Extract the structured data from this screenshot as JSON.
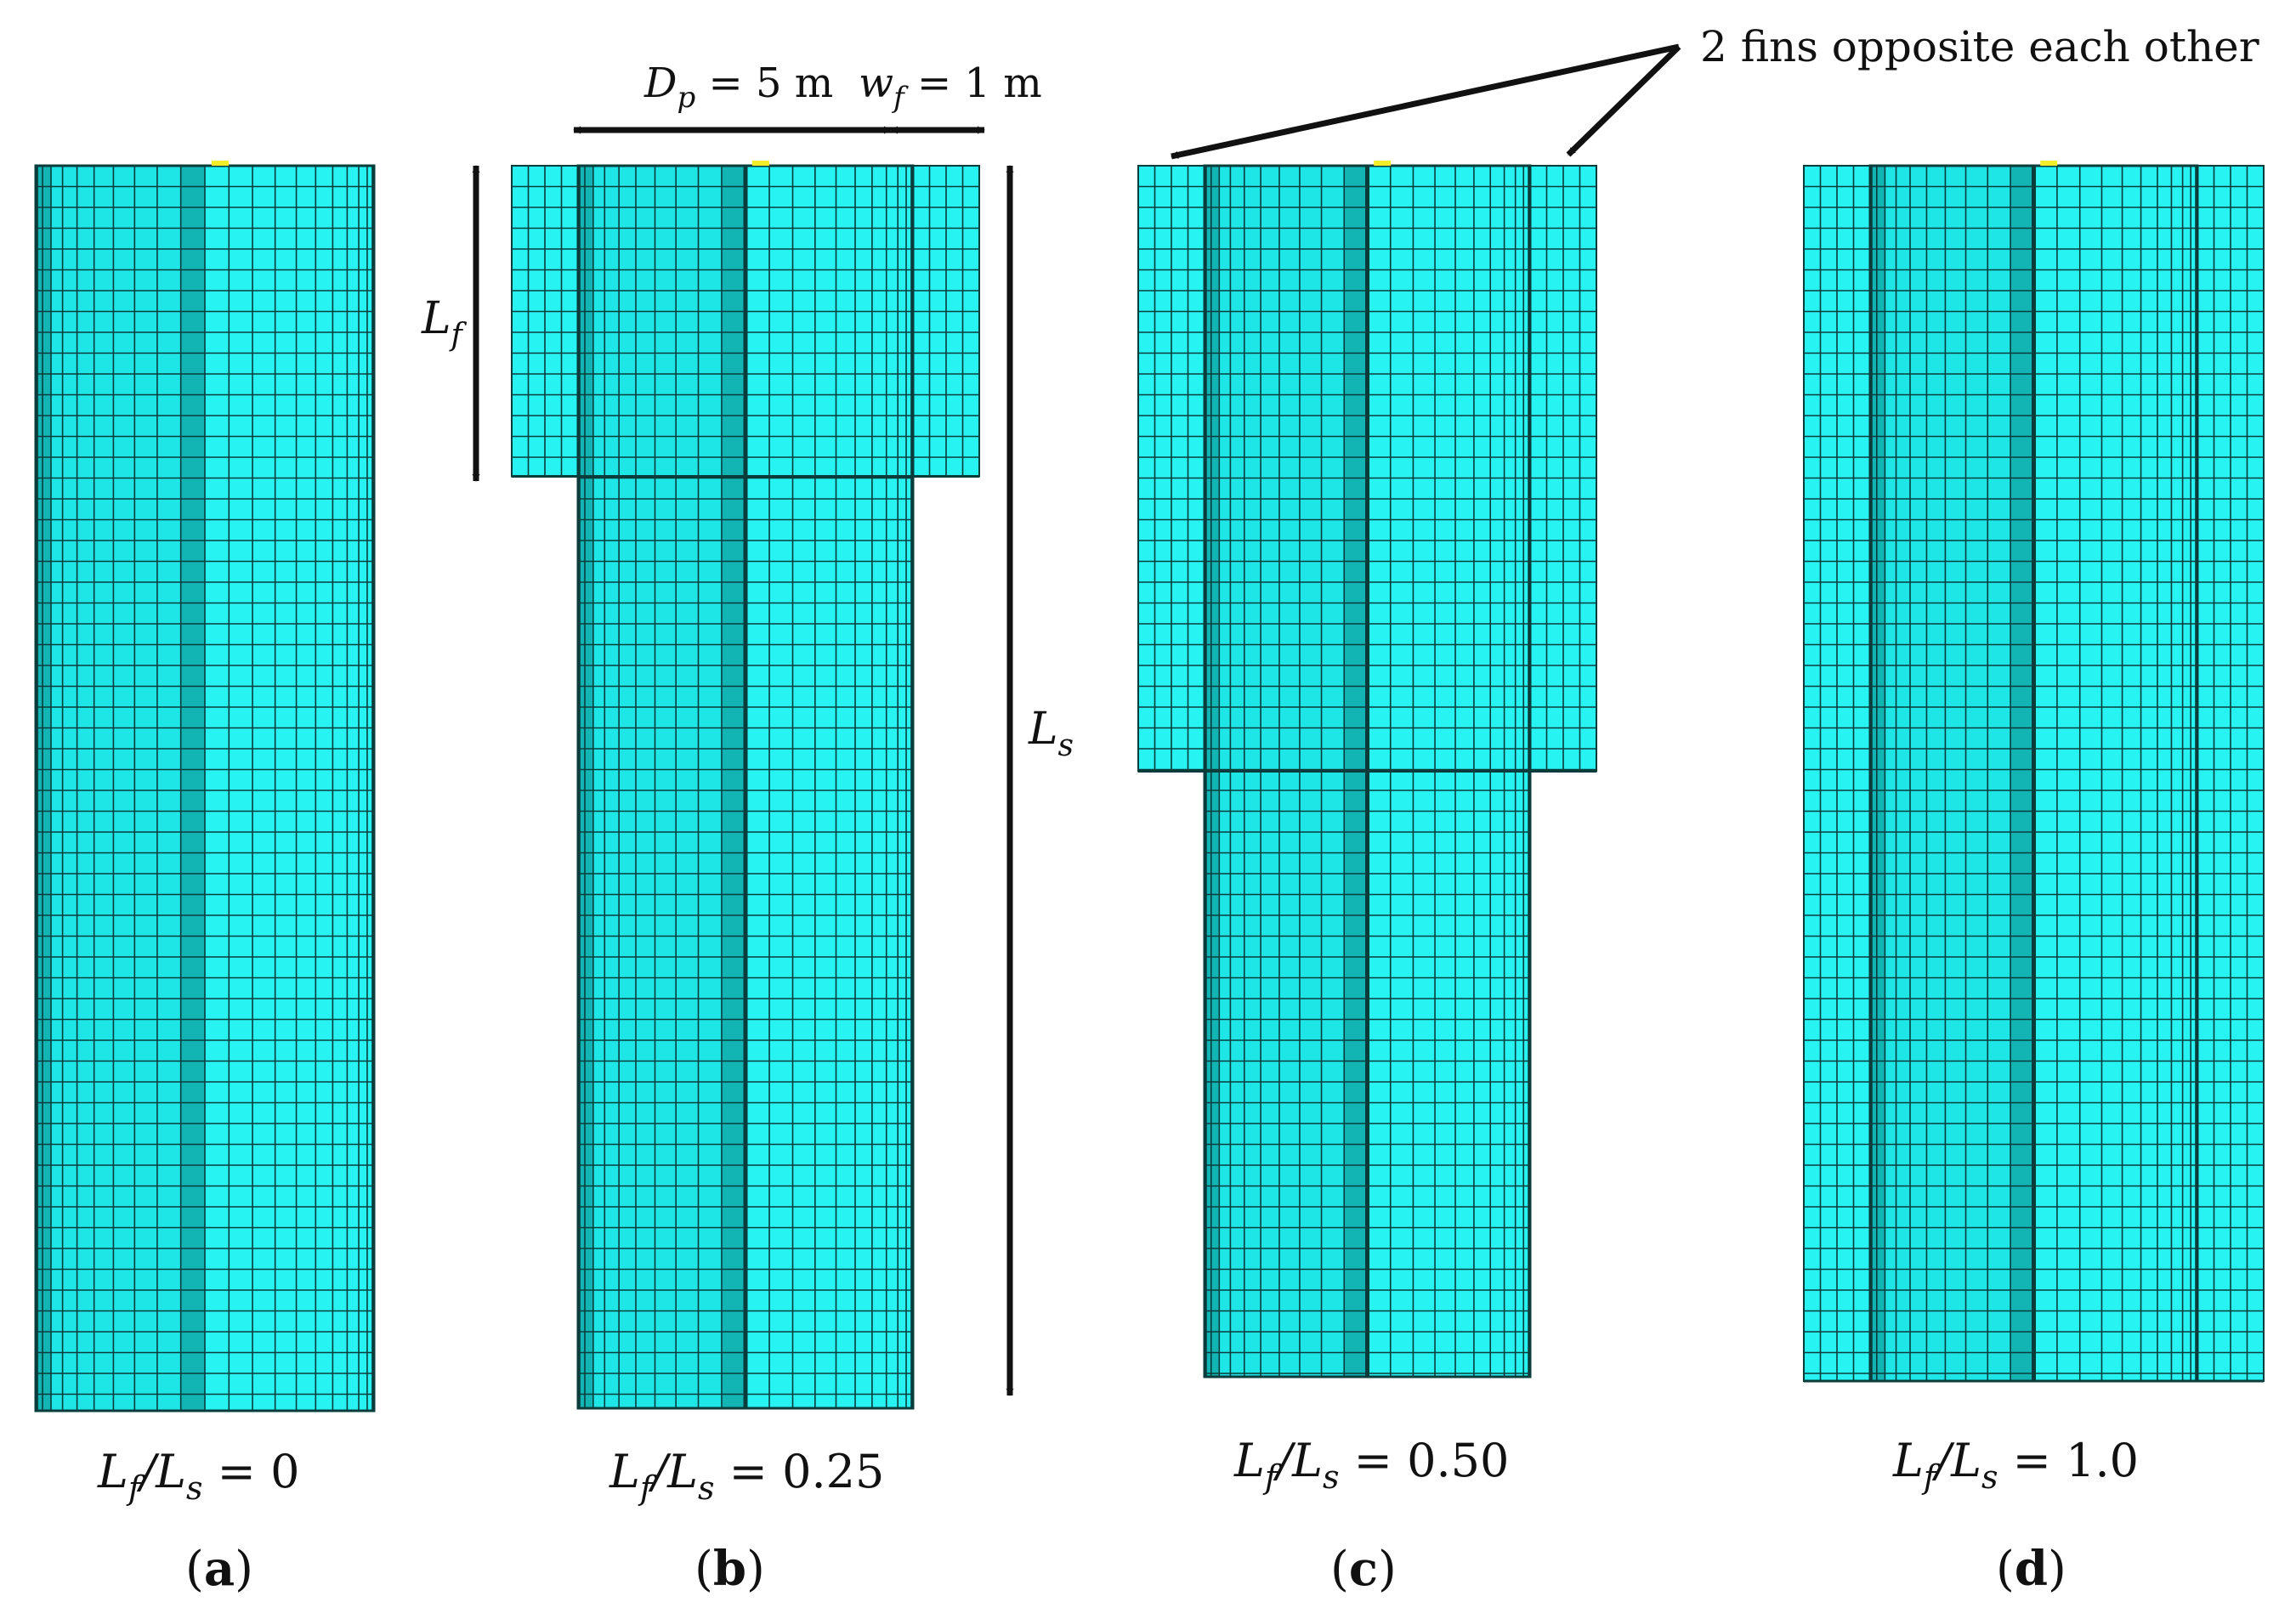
{
  "colors": {
    "mesh_fill": "#1fe6e6",
    "mesh_light": "#28f3f3",
    "mesh_dark": "#12b4b4",
    "mesh_line": "#0a3c3c",
    "arrow": "#111111",
    "marker": "#f2ee2a"
  },
  "annotations": {
    "fins_note": "2 fins opposite each other",
    "dp_label": "D",
    "dp_sub": "p",
    "dp_value": " = 5 m",
    "wf_label": "w",
    "wf_sub": "f",
    "wf_value": " = 1 m",
    "lf_label": "L",
    "lf_sub": "f",
    "ls_label": "L",
    "ls_sub": "s"
  },
  "panels": [
    {
      "id": "a",
      "letter": "a",
      "fin_ratio": 0,
      "ratio_text": "0"
    },
    {
      "id": "b",
      "letter": "b",
      "fin_ratio": 0.25,
      "ratio_text": "0.25"
    },
    {
      "id": "c",
      "letter": "c",
      "fin_ratio": 0.5,
      "ratio_text": "0.50"
    },
    {
      "id": "d",
      "letter": "d",
      "fin_ratio": 1.0,
      "ratio_text": "1.0"
    }
  ]
}
